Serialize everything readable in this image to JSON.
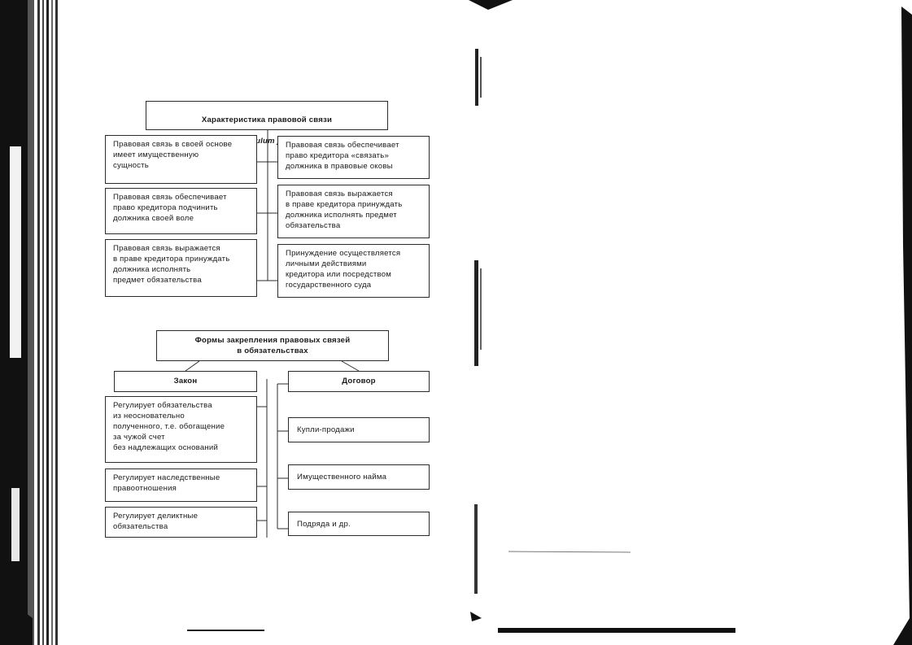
{
  "diagram1": {
    "title": "Характеристика правовой связи",
    "subtitle": "(vinculum juris)",
    "left": [
      "Правовая связь в своей основе\nимеет имущественную\nсущность",
      "Правовая связь обеспечивает\nправо кредитора подчинить\nдолжника своей воле",
      "Правовая связь выражается\nв праве кредитора принуждать\nдолжника исполнять\nпредмет обязательства"
    ],
    "right": [
      "Правовая связь обеспечивает\nправо кредитора «связать»\nдолжника в правовые оковы",
      "Правовая связь выражается\nв праве кредитора принуждать\nдолжника исполнять предмет\nобязательства",
      "Принуждение осуществляется\nличными действиями\nкредитора или посредством\nгосударственного суда"
    ]
  },
  "diagram2": {
    "title": "Формы закрепления правовых связей\nв обязательствах",
    "left_header": "Закон",
    "right_header": "Договор",
    "left": [
      "Регулирует обязательства\nиз неосновательно\nполученного, т.е. обогащение\nза чужой счет\nбез надлежащих оснований",
      "Регулирует наследственные\nправоотношения",
      "Регулирует деликтные\nобязательства"
    ],
    "right": [
      "Купли-продажи",
      "Имущественного найма",
      "Подряда и др."
    ]
  }
}
